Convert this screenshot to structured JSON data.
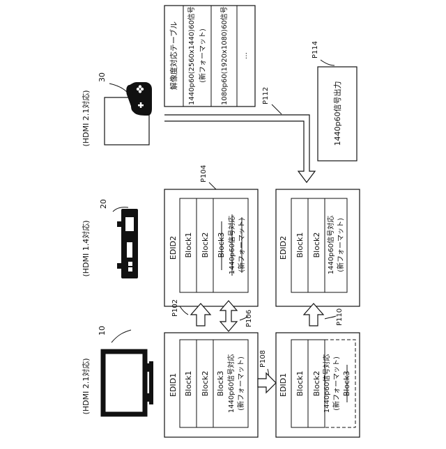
{
  "devices": {
    "tv": {
      "label": "(HDMI 2.1対応)",
      "ref": "10",
      "icon": "television-icon"
    },
    "recorder": {
      "label": "(HDMI 1.4対応)",
      "ref": "20",
      "icon": "recorder-device-icon"
    },
    "console": {
      "label": "(HDMI 2.1対応)",
      "ref": "30",
      "icon": "game-controller-icon"
    }
  },
  "edid1_before": {
    "title": "EDID1",
    "rows": [
      "Block1",
      "Block2",
      "Block3",
      "1440p60信号対応",
      "(新フォーマット)"
    ]
  },
  "edid2_before": {
    "title": "EDID2",
    "rows": [
      "Block1",
      "Block2",
      "Block3",
      "1440p60信号対応",
      "(新フォーマット)"
    ],
    "ref": "P104"
  },
  "edid1_after": {
    "title": "EDID1",
    "rows": [
      "Block1",
      "Block2",
      "1440p60信号対応",
      "(新フォーマット)",
      "Block3"
    ]
  },
  "edid2_after": {
    "title": "EDID2",
    "rows": [
      "Block1",
      "Block2",
      "1440p60信号対応",
      "(新フォーマット)"
    ]
  },
  "arrows": {
    "p102": "P102",
    "p106": "P106",
    "p108": "P108",
    "p110": "P110",
    "p112": "P112",
    "p114": "P114"
  },
  "resolution_table": {
    "title": "解像度対応テーブル",
    "rows": [
      "1440p60(2560x1440)60信号",
      "(新フォーマット)",
      "1080p60(1920x1080)60信号",
      "…"
    ]
  },
  "output_box": {
    "label": "1440p60信号出力"
  }
}
